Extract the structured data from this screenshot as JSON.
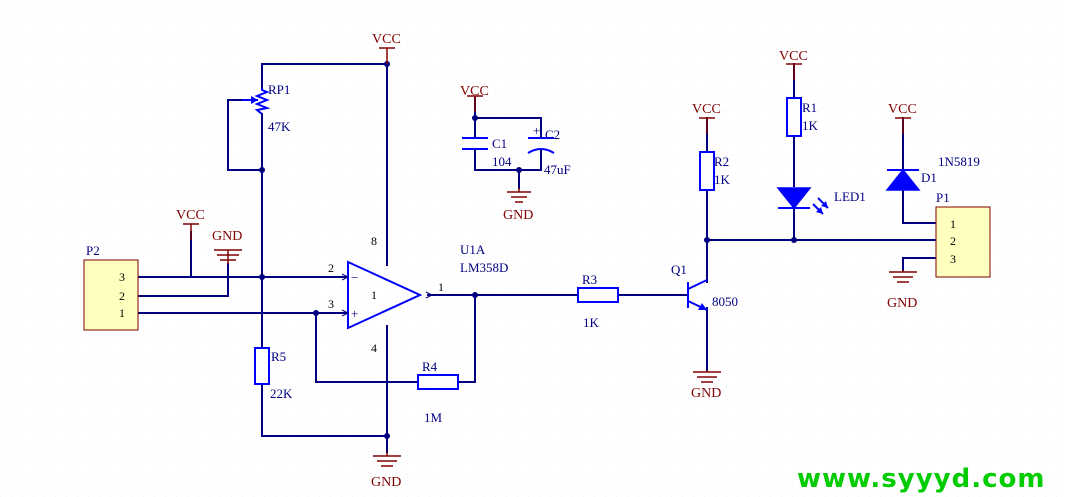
{
  "colors": {
    "wire": "#000080",
    "power": "#800000",
    "component": "#0000ff",
    "connector_fill": "#ffffc0",
    "watermark": "#00cc00"
  },
  "labels": {
    "vcc": "VCC",
    "gnd": "GND",
    "rp1_ref": "RP1",
    "rp1_val": "47K",
    "c1_ref": "C1",
    "c1_val": "104",
    "c2_ref": "C2",
    "c2_val": "47uF",
    "c2_plus": "+",
    "p2_ref": "P2",
    "p2_pins": [
      "3",
      "2",
      "1"
    ],
    "u1_ref": "U1A",
    "u1_val": "LM358D",
    "u1_pin_minus": "2",
    "u1_pin_plus": "3",
    "u1_pin_out": "1",
    "u1_pin_vcc": "8",
    "u1_pin_gnd": "4",
    "u1_unit": "1",
    "u1_minus_sign": "−",
    "u1_plus_sign": "+",
    "r5_ref": "R5",
    "r5_val": "22K",
    "r4_ref": "R4",
    "r4_val": "1M",
    "r3_ref": "R3",
    "r3_val": "1K",
    "q1_ref": "Q1",
    "q1_val": "8050",
    "r2_ref": "R2",
    "r2_val": "1K",
    "r1_ref": "R1",
    "r1_val": "1K",
    "led1_ref": "LED1",
    "d1_ref": "D1",
    "d1_val": "1N5819",
    "p1_ref": "P1",
    "p1_pins": [
      "1",
      "2",
      "3"
    ]
  },
  "watermark": "www.syyyd.com"
}
